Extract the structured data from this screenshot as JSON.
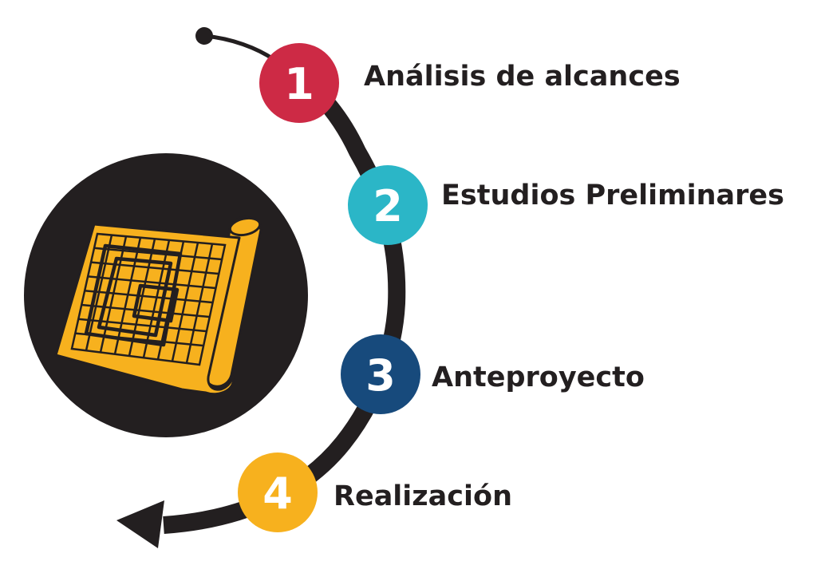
{
  "colors": {
    "background": "#ffffff",
    "arc": "#231f20",
    "icon_disc": "#231f20",
    "blueprint": "#f7b11e",
    "blueprint_lines": "#231f20",
    "label_text": "#231f20",
    "number_text": "#ffffff"
  },
  "icon": {
    "name": "blueprint-roll-icon"
  },
  "steps": [
    {
      "number": "1",
      "label": "Análisis de alcances",
      "color": "#cd2a45"
    },
    {
      "number": "2",
      "label": "Estudios Preliminares",
      "color": "#2bb6c7"
    },
    {
      "number": "3",
      "label": "Anteproyecto",
      "color": "#174a7c"
    },
    {
      "number": "4",
      "label": "Realización",
      "color": "#f7b11e"
    }
  ]
}
